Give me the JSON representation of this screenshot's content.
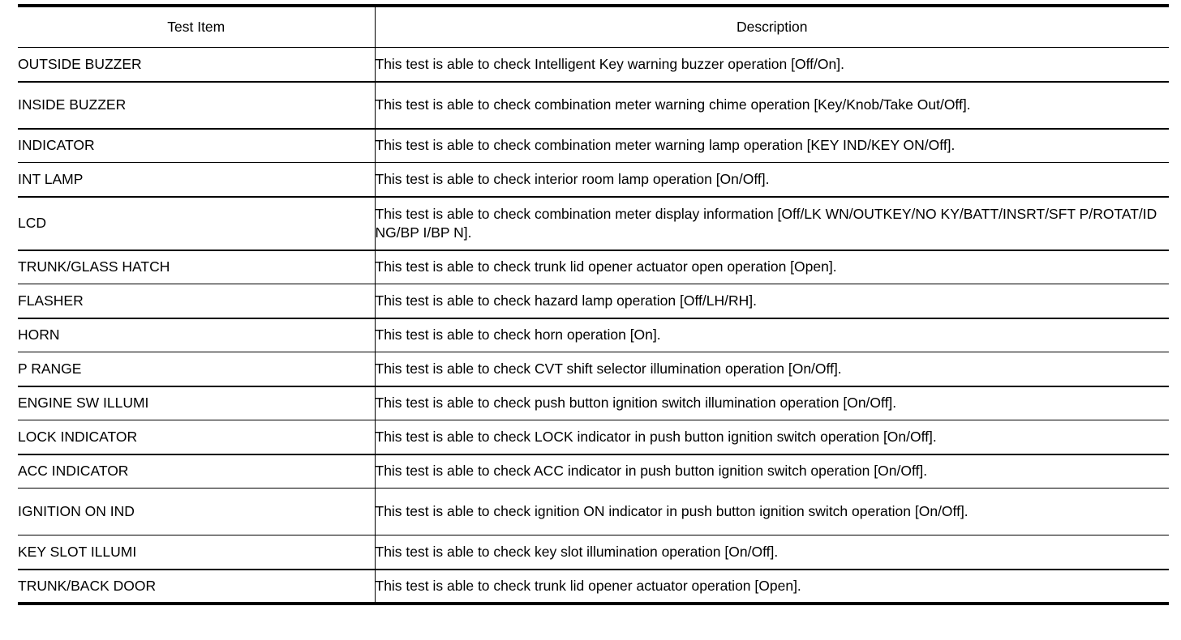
{
  "table": {
    "columns": [
      {
        "key": "test_item",
        "label": "Test Item"
      },
      {
        "key": "description",
        "label": "Description"
      }
    ],
    "rows": [
      {
        "test_item": "OUTSIDE BUZZER",
        "description": "This test is able to check Intelligent Key warning buzzer operation [Off/On].",
        "lines": 1
      },
      {
        "test_item": "INSIDE BUZZER",
        "description": "This test is able to check combination meter warning chime operation [Key/Knob/Take Out/Off].",
        "lines": 2
      },
      {
        "test_item": "INDICATOR",
        "description": "This test is able to check combination meter warning lamp operation [KEY IND/KEY ON/Off].",
        "lines": 1
      },
      {
        "test_item": "INT LAMP",
        "description": "This test is able to check interior room lamp operation [On/Off].",
        "lines": 1
      },
      {
        "test_item": "LCD",
        "description": "This test is able to check combination meter display information [Off/LK WN/OUTKEY/NO KY/BATT/INSRT/SFT P/ROTAT/ID NG/BP I/BP N].",
        "lines": 2
      },
      {
        "test_item": "TRUNK/GLASS HATCH",
        "description": "This test is able to check trunk lid opener actuator open operation [Open].",
        "lines": 1
      },
      {
        "test_item": "FLASHER",
        "description": "This test is able to check hazard lamp operation [Off/LH/RH].",
        "lines": 1
      },
      {
        "test_item": "HORN",
        "description": "This test is able to check horn operation [On].",
        "lines": 1
      },
      {
        "test_item": "P RANGE",
        "description": "This test is able to check CVT shift selector illumination operation [On/Off].",
        "lines": 1
      },
      {
        "test_item": "ENGINE SW ILLUMI",
        "description": "This test is able to check push button ignition switch illumination operation [On/Off].",
        "lines": 1
      },
      {
        "test_item": "LOCK INDICATOR",
        "description": "This test is able to check LOCK indicator in push button ignition switch operation [On/Off].",
        "lines": 1
      },
      {
        "test_item": "ACC INDICATOR",
        "description": "This test is able to check ACC indicator in push button ignition switch operation [On/Off].",
        "lines": 1
      },
      {
        "test_item": "IGNITION ON IND",
        "description": "This test is able to check ignition ON indicator in push button ignition switch operation [On/Off].",
        "lines": 2
      },
      {
        "test_item": "KEY SLOT ILLUMI",
        "description": "This test is able to check key slot illumination operation [On/Off].",
        "lines": 1
      },
      {
        "test_item": "TRUNK/BACK DOOR",
        "description": "This test is able to check trunk lid opener actuator operation [Open].",
        "lines": 1
      }
    ]
  },
  "style": {
    "text_color": "#000000",
    "background_color": "#ffffff",
    "rule_color": "#000000"
  }
}
